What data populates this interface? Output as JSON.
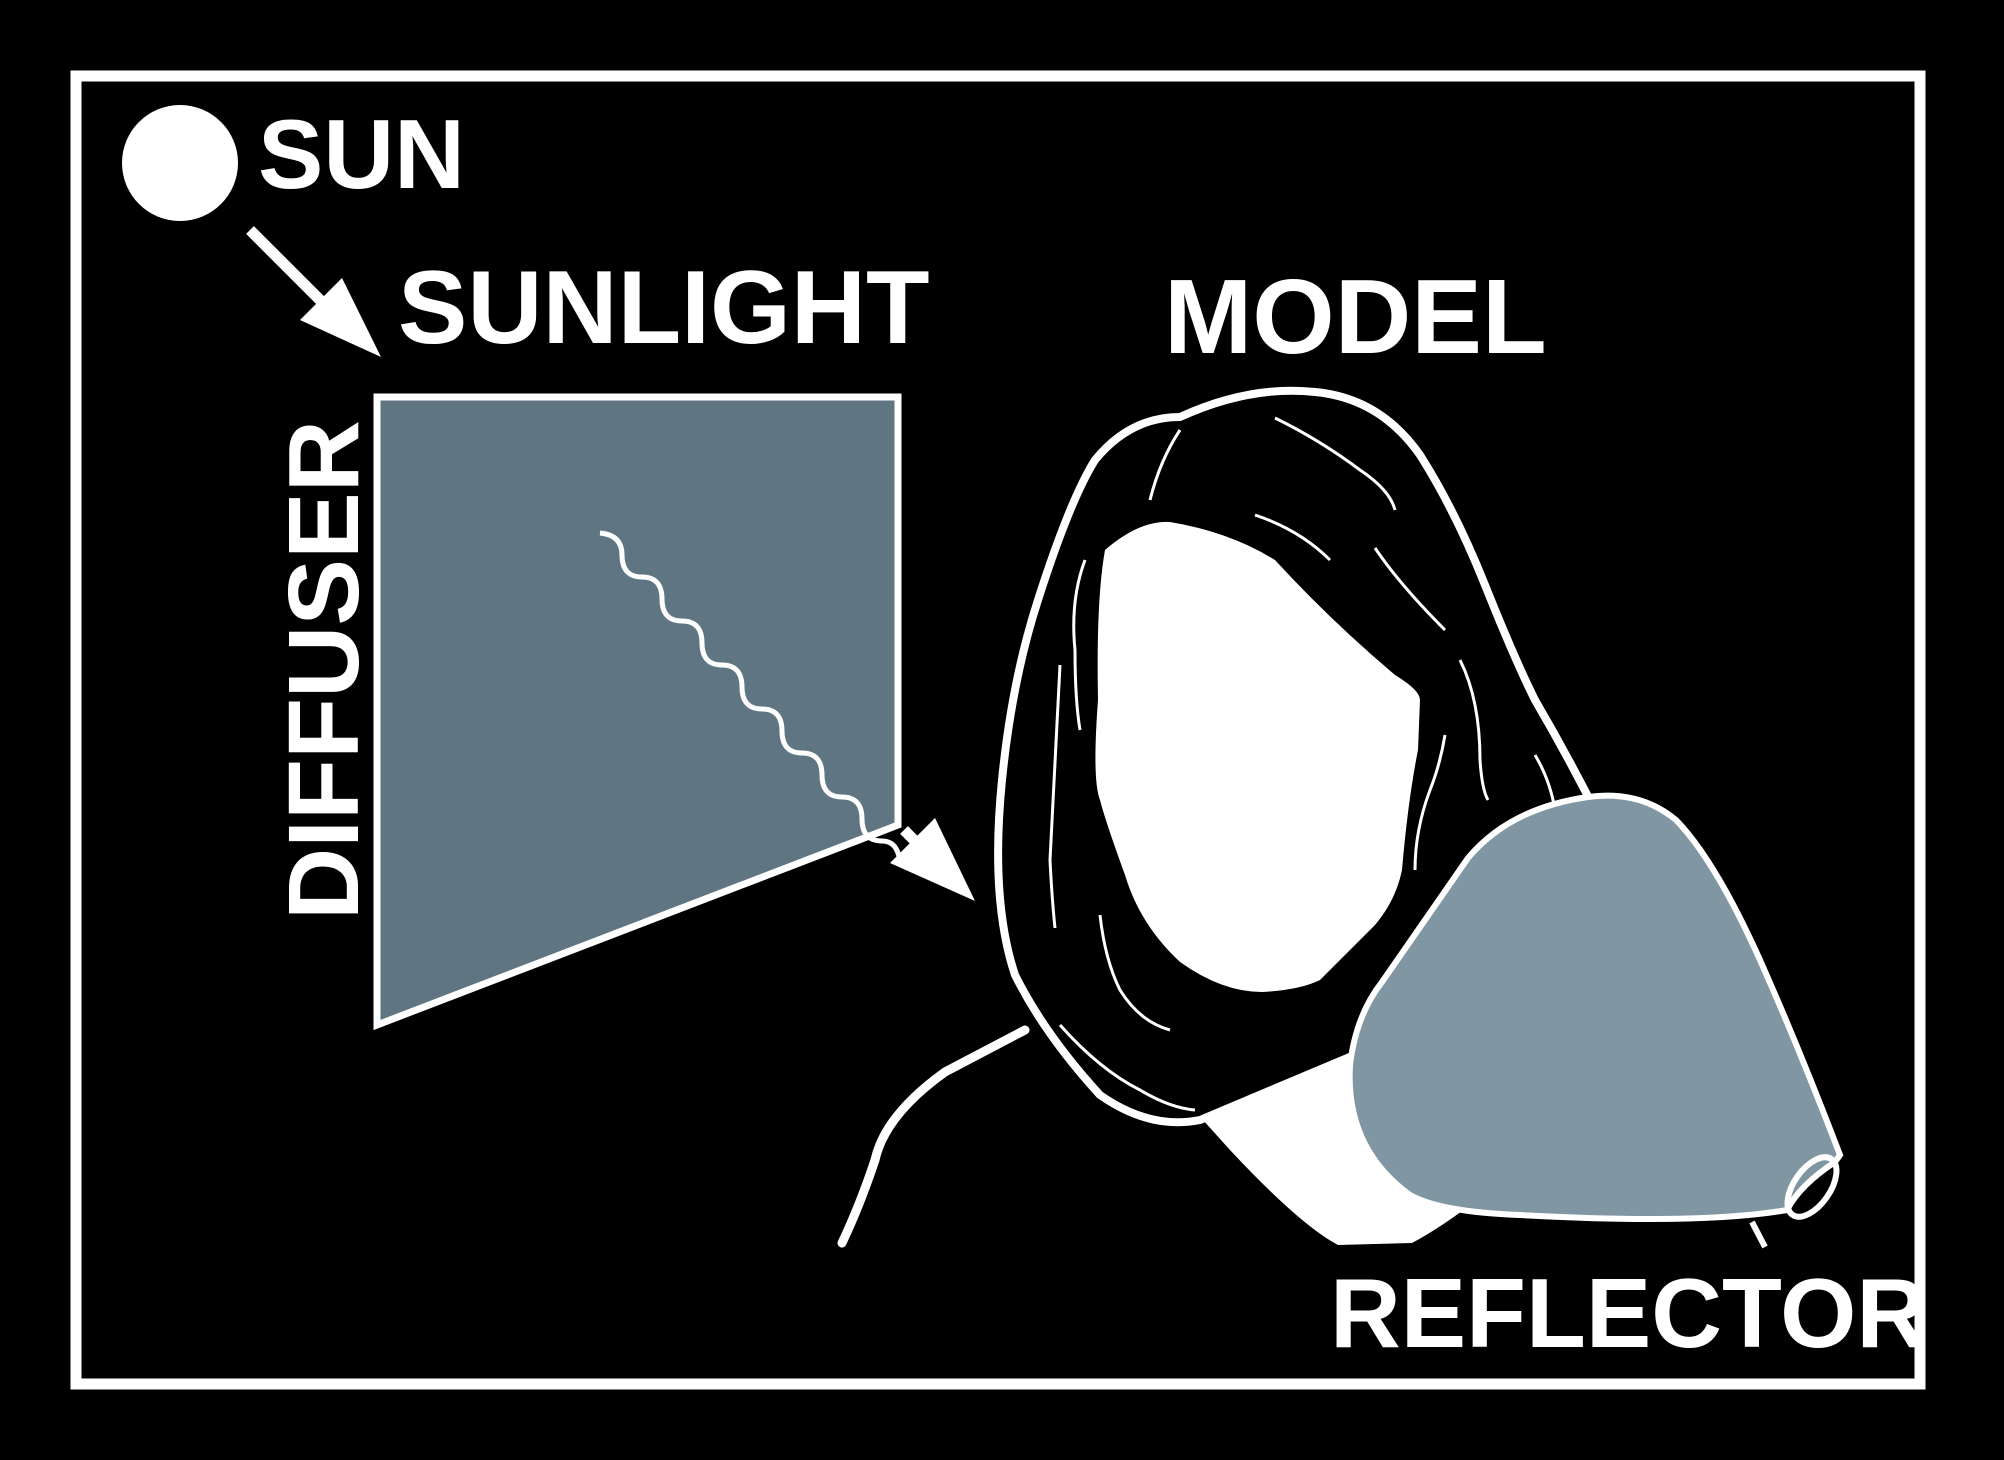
{
  "diagram": {
    "labels": {
      "sun": "SUN",
      "sunlight": "SUNLIGHT",
      "model": "MODEL",
      "diffuser": "DIFFUSER",
      "reflector": "REFLECTOR"
    },
    "colors": {
      "background": "#000000",
      "line": "#ffffff",
      "diffuser_fill": "#5f7582",
      "reflector_fill": "#8097a3",
      "face_fill": "#ffffff"
    },
    "icons": [
      "sun-icon",
      "arrow-icon",
      "wavy-light-icon",
      "person-icon"
    ]
  }
}
